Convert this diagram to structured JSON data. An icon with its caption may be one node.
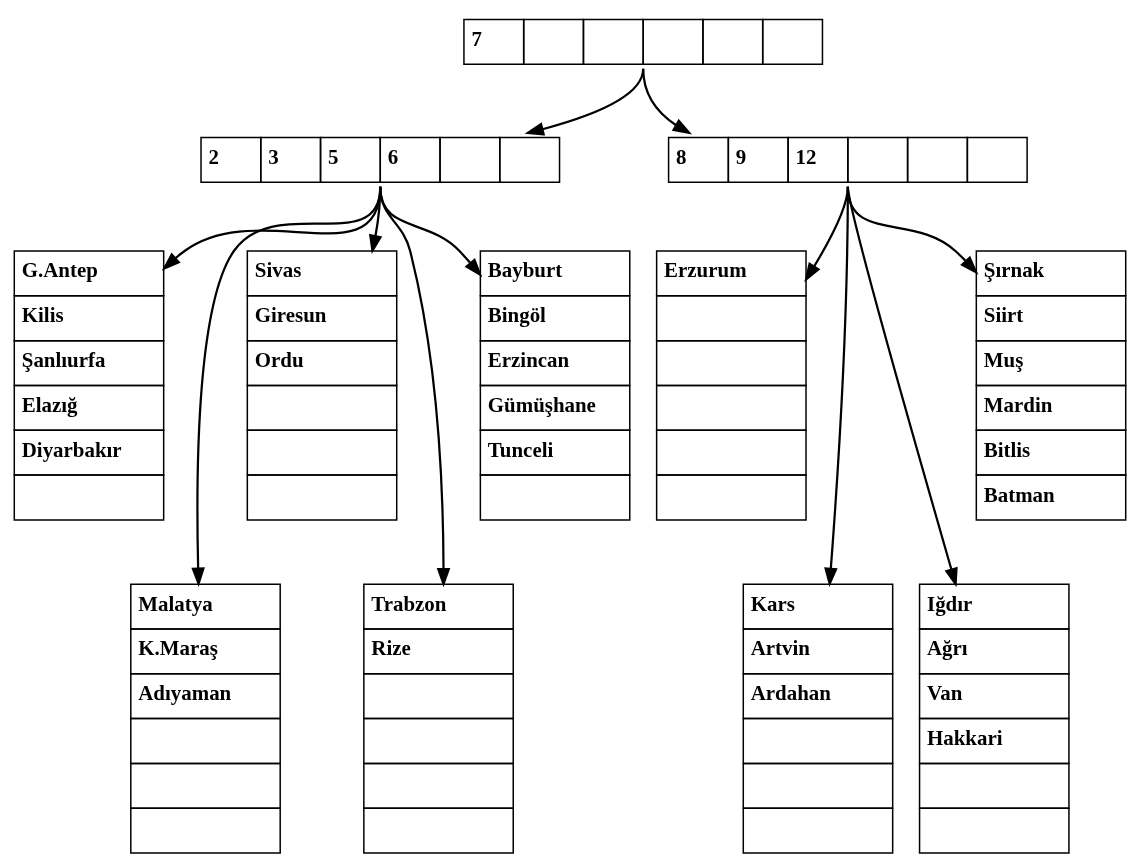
{
  "diagram": {
    "nodes": [
      {
        "text": [
          "7"
        ]
      },
      {
        "text": [
          "2",
          "3",
          "5",
          "6"
        ]
      },
      {
        "text": [
          "8",
          "9",
          "12"
        ]
      },
      {
        "text": [
          "G.Antep",
          "Kilis",
          "Şanlıurfa",
          "Elazığ",
          "Diyarbakır"
        ]
      },
      {
        "text": [
          "Malatya",
          "K.Maraş",
          "Adıyaman"
        ]
      },
      {
        "text": [
          "Sivas",
          "Giresun",
          "Ordu"
        ]
      },
      {
        "text": [
          "Trabzon",
          "Rize"
        ]
      },
      {
        "text": [
          "Bayburt",
          "Bingöl",
          "Erzincan",
          "Gümüşhane",
          "Tunceli"
        ]
      },
      {
        "text": [
          "Erzurum"
        ]
      },
      {
        "text": [
          "Kars",
          "Artvin",
          "Ardahan"
        ]
      },
      {
        "text": [
          "Iğdır",
          "Ağrı",
          "Van",
          "Hakkari"
        ]
      },
      {
        "text": [
          "Şırnak",
          "Siirt",
          "Muş",
          "Mardin",
          "Bitlis",
          "Batman"
        ]
      }
    ],
    "edges": [
      {
        "from": 0,
        "to": 1,
        "arrow": "to"
      },
      {
        "from": 0,
        "to": 2,
        "arrow": "to"
      },
      {
        "from": 1,
        "to": 3,
        "arrow": "to"
      },
      {
        "from": 1,
        "to": 4,
        "arrow": "to"
      },
      {
        "from": 1,
        "to": 5,
        "arrow": "to"
      },
      {
        "from": 1,
        "to": 6,
        "arrow": "to"
      },
      {
        "from": 1,
        "to": 7,
        "arrow": "to"
      },
      {
        "from": 2,
        "to": 8,
        "arrow": "to"
      },
      {
        "from": 2,
        "to": 9,
        "arrow": "to"
      },
      {
        "from": 2,
        "to": 10,
        "arrow": "to"
      },
      {
        "from": 2,
        "to": 11,
        "arrow": "to"
      }
    ]
  }
}
